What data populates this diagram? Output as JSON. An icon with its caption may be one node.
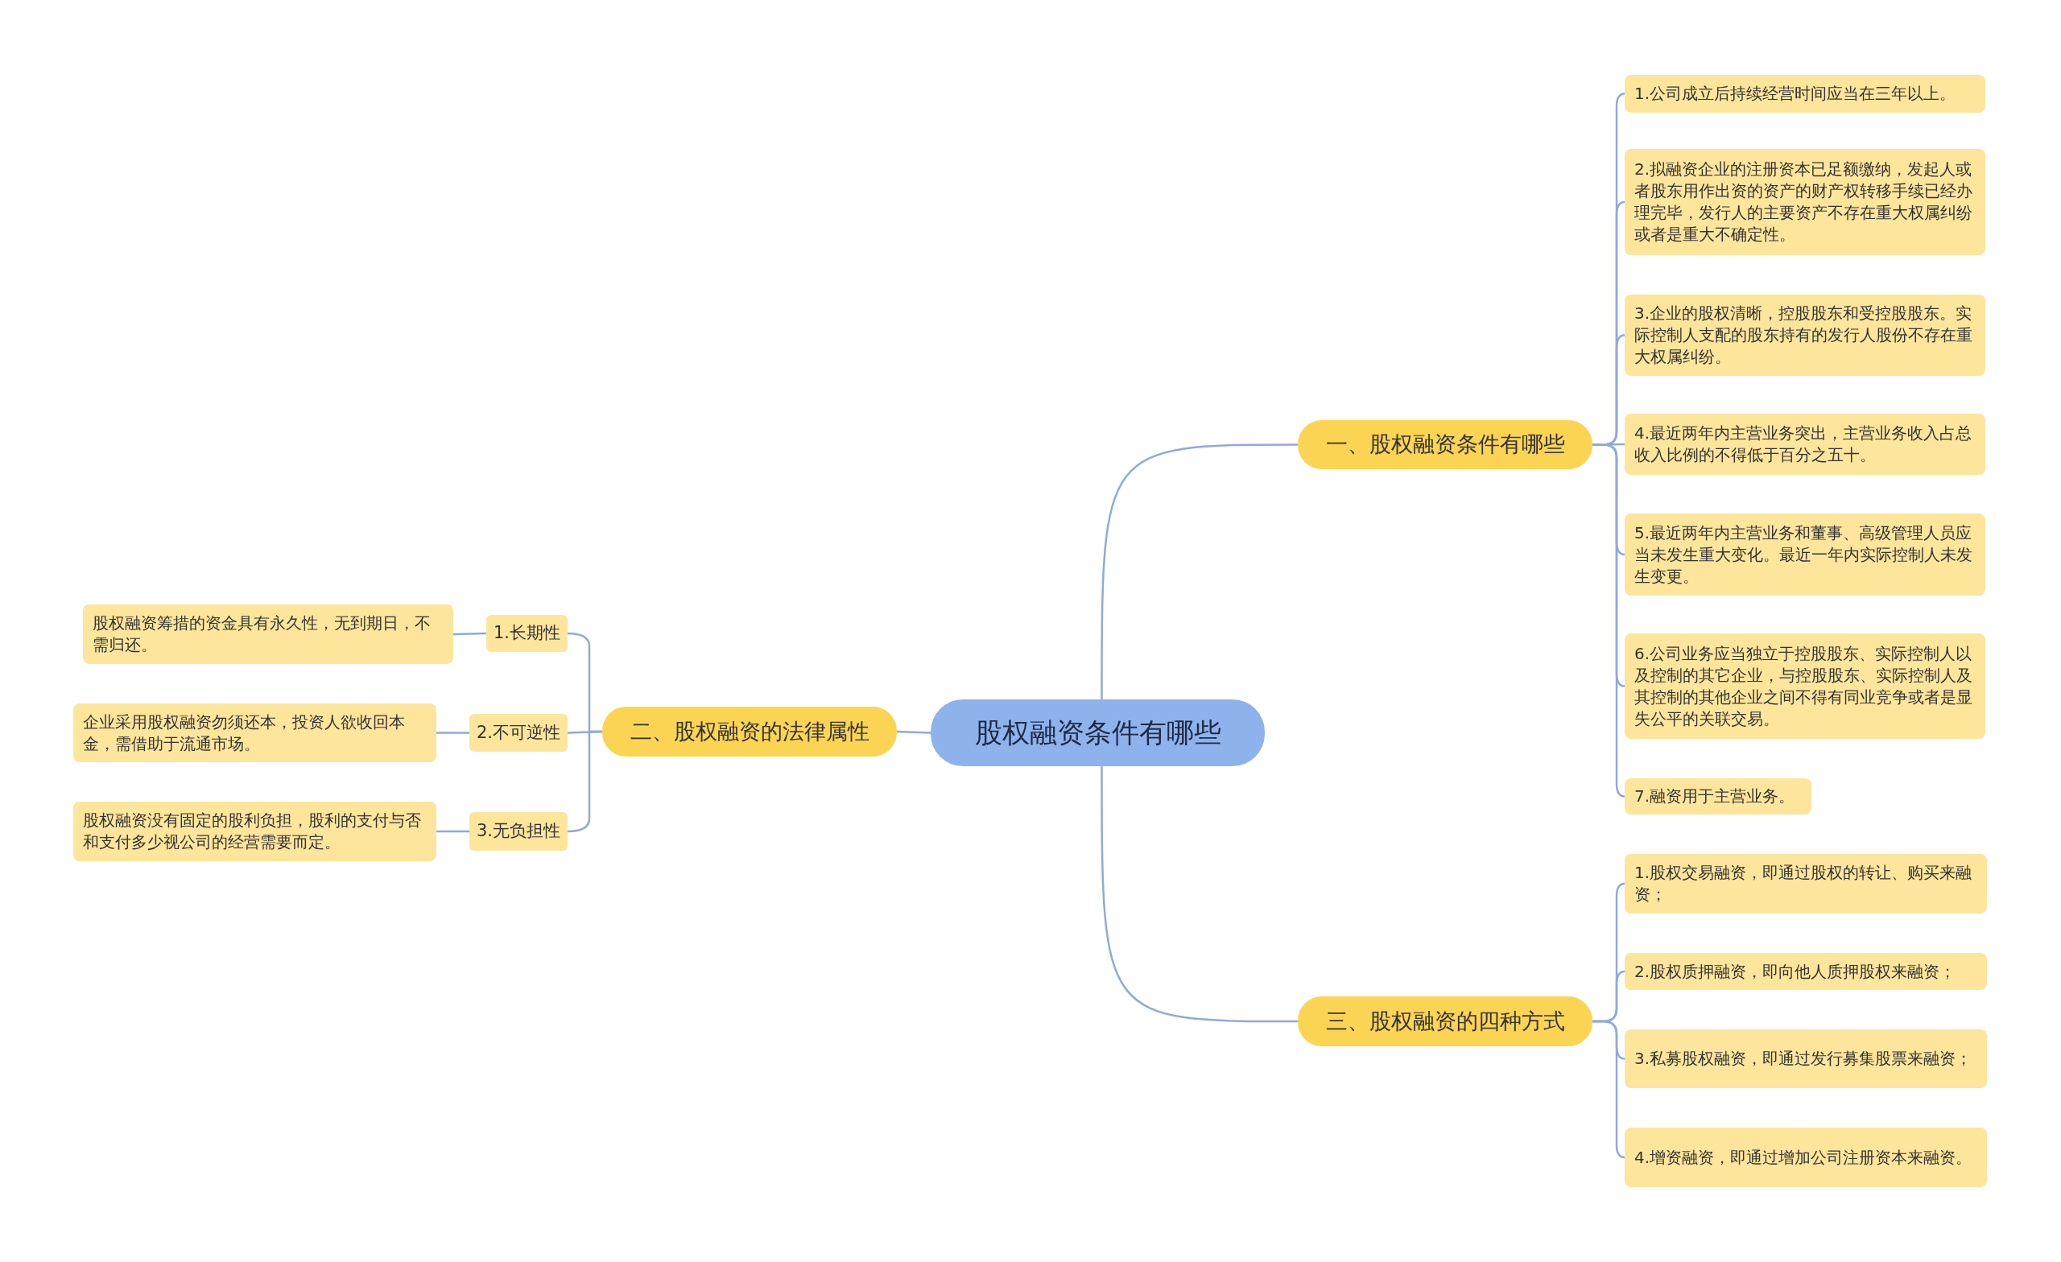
{
  "diagram": {
    "nodes": [
      {
        "text": [
          "股权融资条件有哪些"
        ]
      },
      {
        "text": [
          "一、股权融资条件有哪些"
        ]
      },
      {
        "text": [
          "1.公司成立后持续经营时间应当在三年以上。"
        ]
      },
      {
        "text": [
          "2.拟融资企业的注册资本已足额缴纳，发起人或者股东用作出资的资产的财产权转移手续已经办理完毕，发行人的主要资产不存在重大权属纠纷或者是重大不确定性。"
        ]
      },
      {
        "text": [
          "3.企业的股权清晰，控股股东和受控股股东。实际控制人支配的股东持有的发行人股份不存在重大权属纠纷。"
        ]
      },
      {
        "text": [
          "4.最近两年内主营业务突出，主营业务收入占总收入比例的不得低于百分之五十。"
        ]
      },
      {
        "text": [
          "5.最近两年内主营业务和董事、高级管理人员应当未发生重大变化。最近一年内实际控制人未发生变更。"
        ]
      },
      {
        "text": [
          "6.公司业务应当独立于控股股东、实际控制人以及控制的其它企业，与控股股东、实际控制人及其控制的其他企业之间不得有同业竞争或者是显失公平的关联交易。"
        ]
      },
      {
        "text": [
          "7.融资用于主营业务。"
        ]
      },
      {
        "text": [
          "二、股权融资的法律属性"
        ]
      },
      {
        "text": [
          "1.长期性"
        ]
      },
      {
        "text": [
          "股权融资筹措的资金具有永久性，无到期日，不需归还。"
        ]
      },
      {
        "text": [
          "2.不可逆性"
        ]
      },
      {
        "text": [
          "企业采用股权融资勿须还本，投资人欲收回本金，需借助于流通市场。"
        ]
      },
      {
        "text": [
          "3.无负担性"
        ]
      },
      {
        "text": [
          "股权融资没有固定的股利负担，股利的支付与否和支付多少视公司的经营需要而定。"
        ]
      },
      {
        "text": [
          "三、股权融资的四种方式"
        ]
      },
      {
        "text": [
          "1.股权交易融资，即通过股权的转让、购买来融资；"
        ]
      },
      {
        "text": [
          "2.股权质押融资，即向他人质押股权来融资；"
        ]
      },
      {
        "text": [
          "3.私募股权融资，即通过发行募集股票来融资；"
        ]
      },
      {
        "text": [
          "4.增资融资，即通过增加公司注册资本来融资。"
        ]
      }
    ],
    "edges": [
      {
        "from": 0,
        "to": 1,
        "arrow": "none"
      },
      {
        "from": 1,
        "to": 2,
        "arrow": "none"
      },
      {
        "from": 1,
        "to": 3,
        "arrow": "none"
      },
      {
        "from": 1,
        "to": 4,
        "arrow": "none"
      },
      {
        "from": 1,
        "to": 5,
        "arrow": "none"
      },
      {
        "from": 1,
        "to": 6,
        "arrow": "none"
      },
      {
        "from": 1,
        "to": 7,
        "arrow": "none"
      },
      {
        "from": 1,
        "to": 8,
        "arrow": "none"
      },
      {
        "from": 0,
        "to": 9,
        "arrow": "none"
      },
      {
        "from": 9,
        "to": 10,
        "arrow": "none"
      },
      {
        "from": 10,
        "to": 11,
        "arrow": "none"
      },
      {
        "from": 9,
        "to": 12,
        "arrow": "none"
      },
      {
        "from": 12,
        "to": 13,
        "arrow": "none"
      },
      {
        "from": 9,
        "to": 14,
        "arrow": "none"
      },
      {
        "from": 14,
        "to": 15,
        "arrow": "none"
      },
      {
        "from": 0,
        "to": 16,
        "arrow": "none"
      },
      {
        "from": 16,
        "to": 17,
        "arrow": "none"
      },
      {
        "from": 16,
        "to": 18,
        "arrow": "none"
      },
      {
        "from": 16,
        "to": 19,
        "arrow": "none"
      },
      {
        "from": 16,
        "to": 20,
        "arrow": "none"
      }
    ]
  }
}
